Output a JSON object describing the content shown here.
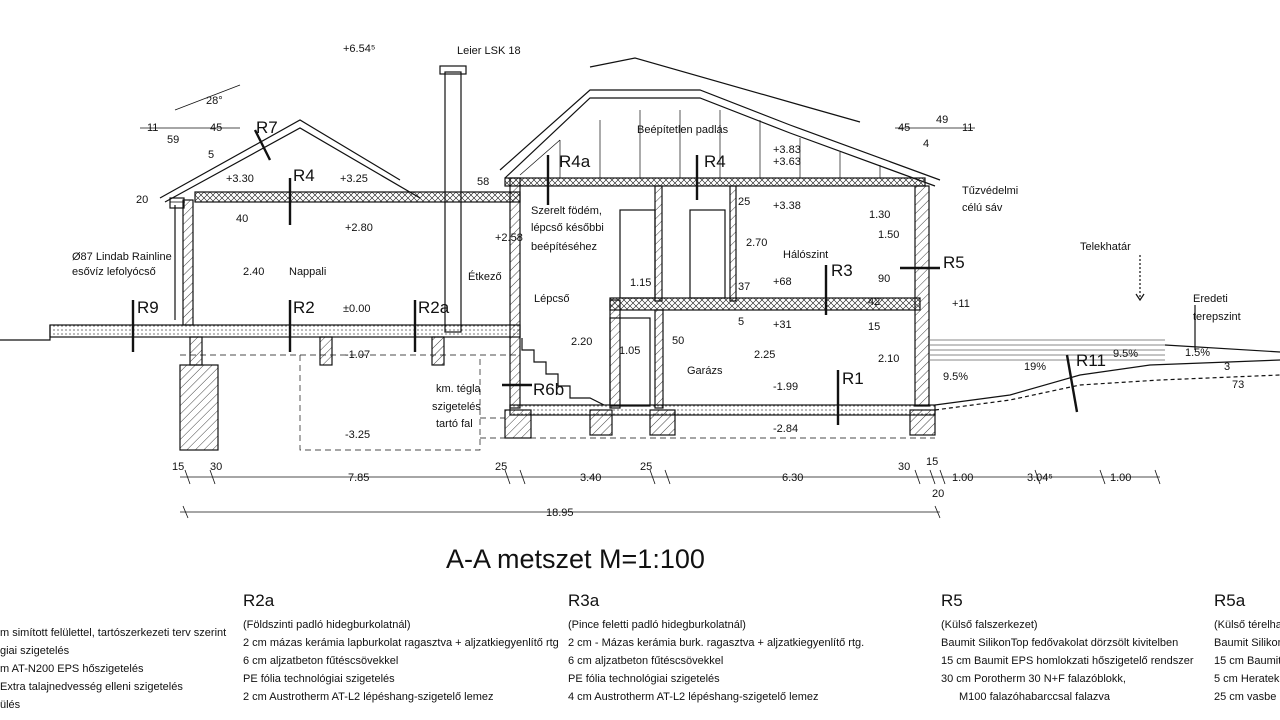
{
  "drawing": {
    "title": "A-A metszet M=1:100",
    "rooms": {
      "nappali": "Nappali",
      "etkezo": "Étkező",
      "lepcso": "Lépcső",
      "garazs": "Garázs",
      "haloszint": "Hálószint",
      "padlas": "Beépítetlen padlás"
    },
    "annotations": {
      "leier": "Leier LSK 18",
      "rainline_1": "Ø87 Lindab Rainline",
      "rainline_2": "esővíz lefolyócső",
      "szerelt_1": "Szerelt födém,",
      "szerelt_2": "lépcső későbbi",
      "szerelt_3": "beépítéséhez",
      "tuzvedelmi_1": "Tűzvédelmi",
      "tuzvedelmi_2": "célú sáv",
      "telekhatar": "Telekhatár",
      "eredeti_1": "Eredeti",
      "eredeti_2": "terepszint",
      "km_1": "km. tégla",
      "km_2": "szigetelés",
      "km_3": "tartó fal",
      "angle": "28°"
    },
    "levels": {
      "l_654": "+6.54⁵",
      "l_383": "+3.83",
      "l_363": "+3.63",
      "l_338": "+3.38",
      "l_330": "+3.30",
      "l_325": "+3.25",
      "l_280": "+2.80",
      "l_258": "+2.58",
      "l_68": "+68",
      "l_31": "+31",
      "l_11": "+11",
      "l_000": "±0.00",
      "l_m107": "-1.07",
      "l_m199": "-1.99",
      "l_m284": "-2.84",
      "l_m325": "-3.25"
    },
    "marks": {
      "r7": "R7",
      "r4_left": "R4",
      "r4a": "R4a",
      "r4_right": "R4",
      "r5": "R5",
      "r9": "R9",
      "r2": "R2",
      "r2a": "R2a",
      "r3": "R3",
      "r1": "R1",
      "r6b": "R6b",
      "r11": "R11"
    },
    "dims": {
      "d_11l": "11",
      "d_59": "59",
      "d_45l": "45",
      "d_5": "5",
      "d_20": "20",
      "d_40": "40",
      "d_240": "2.40",
      "d_58": "58",
      "d_115": "1.15",
      "d_220": "2.20",
      "d_105": "1.05",
      "d_50": "50",
      "d_25v": "25",
      "d_270": "2.70",
      "d_37": "37",
      "d_5b": "5",
      "d_225": "2.25",
      "d_130": "1.30",
      "d_150": "1.50",
      "d_90": "90",
      "d_42": "42",
      "d_15v": "15",
      "d_210": "2.10",
      "d_45r": "45",
      "d_49": "49",
      "d_11r": "11",
      "d_4": "4",
      "d_95a": "9.5%",
      "d_19": "19%",
      "d_95b": "9.5%",
      "d_15p": "1.5%",
      "d_3": "3",
      "d_73": "73",
      "b_15": "15",
      "b_30": "30",
      "b_785": "7.85",
      "b_25a": "25",
      "b_340": "3.40",
      "b_25b": "25",
      "b_630": "6.30",
      "b_30b": "30",
      "b_15b": "15",
      "b_20": "20",
      "b_100a": "1.00",
      "b_304": "3.04⁵",
      "b_100b": "1.00",
      "b_1895": "18.95"
    }
  },
  "legend": [
    {
      "code": "",
      "lines": [
        "m simított felülettel, tartószerkezeti terv szerint",
        "giai szigetelés",
        "m AT-N200 EPS hőszigetelés",
        "Extra talajnedvesség elleni szigetelés",
        "ülés"
      ]
    },
    {
      "code": "R2a",
      "lines": [
        "(Földszinti padló hidegburkolatnál)",
        "2 cm mázas kerámia lapburkolat ragasztva + aljzatkiegyenlítő rtg",
        "6 cm aljzatbeton fűtéscsövekkel",
        "PE fólia technológiai szigetelés",
        "2 cm Austrotherm AT-L2 lépéshang-szigetelő lemez"
      ]
    },
    {
      "code": "R3a",
      "lines": [
        "(Pince feletti padló hidegburkolatnál)",
        "2 cm - Mázas kerámia burk. ragasztva + aljzatkiegyenlítő rtg.",
        "6 cm aljzatbeton fűtéscsövekkel",
        "PE fólia technológiai szigetelés",
        "4 cm Austrotherm AT-L2 lépéshang-szigetelő lemez"
      ]
    },
    {
      "code": "R5",
      "lines": [
        "(Külső falszerkezet)",
        "Baumit SilikonTop fedővakolat dörzsölt kivitelben",
        "15 cm Baumit EPS homlokzati hőszigetelő rendszer",
        "30 cm Porotherm 30 N+F falazóblokk,",
        "M100 falazóhabarccsal falazva"
      ]
    },
    {
      "code": "R5a",
      "lines": [
        "(Külső térelhat",
        "Baumit SilikonT",
        "15 cm Baumit",
        "5 cm Heratek",
        "25 cm vasbe"
      ]
    }
  ],
  "colors": {
    "ink": "#111111",
    "paper": "#ffffff"
  }
}
